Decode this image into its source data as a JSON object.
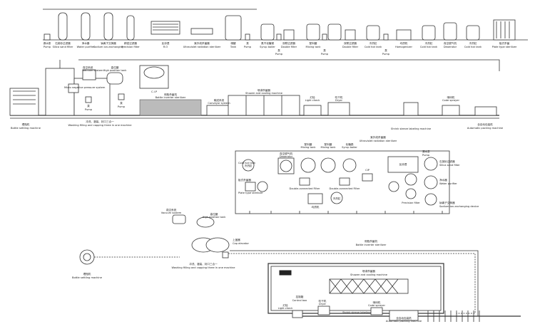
{
  "top_row": [
    {
      "cn": "源水泵",
      "en": "Pump"
    },
    {
      "cn": "石英砂过滤器",
      "en": "Silica sand filter"
    },
    {
      "cn": "净水器",
      "en": "Water purifier"
    },
    {
      "cn": "钠离子交换器",
      "en": "Sodium ion-exchanging"
    },
    {
      "cn": "精密过滤器",
      "en": "Precision filter"
    },
    {
      "cn": "反渗透",
      "en": "R.O"
    },
    {
      "cn": "紫外线杀菌器",
      "en": "Ultraviolet radiation sterilizer"
    },
    {
      "cn": "储罐",
      "en": "Tank"
    },
    {
      "cn": "泵",
      "en": "Pump"
    },
    {
      "cn": "蒸汽化糖锅",
      "en": "Syrup boiler"
    },
    {
      "cn": "泵",
      "en": "Pump"
    },
    {
      "cn": "双联过滤器",
      "en": "Double filter"
    },
    {
      "cn": "配料罐",
      "en": "Mixing tank"
    },
    {
      "cn": "泵",
      "en": "Pump"
    },
    {
      "cn": "双联过滤器",
      "en": "Double filter"
    },
    {
      "cn": "冷热缸",
      "en": "Cold hot tank"
    },
    {
      "cn": "泵",
      "en": "Pump"
    },
    {
      "cn": "均质机",
      "en": "Homogenizer"
    },
    {
      "cn": "冷热缸",
      "en": "Cold hot tank"
    },
    {
      "cn": "真空脱气机",
      "en": "Deaerator"
    },
    {
      "cn": "冷热缸",
      "en": "Cold hot tank"
    },
    {
      "cn": "板式杀菌",
      "en": "Plate type sterilizer"
    }
  ],
  "mid_row": {
    "vacuum": {
      "cn": "真空系统",
      "en": "Vacuum system"
    },
    "micro": {
      "en": "Micro negative pressure system"
    },
    "high_tank": {
      "cn": "高位罐",
      "en": "High position tank"
    },
    "cip": {
      "en": "C.I.P"
    },
    "pump1": {
      "cn": "泵",
      "en": "Pump"
    },
    "pump2": {
      "cn": "泵",
      "en": "Pump"
    },
    "bottle_sterilizer": {
      "cn": "侧瓶杀菌机",
      "en": "Bottle inverter sterilizer"
    },
    "conveyor": {
      "cn": "输送系统",
      "en": "Conveyor system"
    },
    "shower": {
      "cn": "喷淋杀菌器",
      "en": "Shower and cooling machine"
    },
    "light": {
      "cn": "灯检",
      "en": "Light check"
    },
    "dryer": {
      "cn": "吹干机",
      "en": "Dryer"
    },
    "code": {
      "cn": "喷码机",
      "en": "Code sprayer"
    },
    "shrink": {
      "en": "Shrink sleeve labeling machine"
    },
    "packing": {
      "cn": "全自动包装机",
      "en": "Automatic packing machine"
    },
    "settling": {
      "cn": "理瓶机",
      "en": "Bottle settling machine"
    },
    "filling": {
      "cn": "冲洗、灌装、封口三合一",
      "en": "Washing filling and capping three in one machine"
    }
  },
  "plan": {
    "mixing1": {
      "cn": "配料罐",
      "en": "Mixing tank"
    },
    "mixing2": {
      "cn": "配料罐",
      "en": "Mixing tank"
    },
    "boiler": {
      "cn": "化糖锅",
      "en": "Syrup boiler"
    },
    "uv": {
      "cn": "紫外线杀菌器",
      "en": "Ultraviolet radiation sterilizer"
    },
    "pump": {
      "cn": "源水泵",
      "en": "Pump"
    },
    "sand": {
      "cn": "石英砂过滤器",
      "en": "Silica sand filter"
    },
    "purifier": {
      "cn": "净水器",
      "en": "Water purifier"
    },
    "sodium": {
      "cn": "钠离子交换器",
      "en": "Sodium ion-exchanging device"
    },
    "cold_hot": {
      "en": "Cold hot tank"
    },
    "plate": {
      "cn": "板式杀菌器",
      "en": "Plate type sterilizer"
    },
    "deaerator": {
      "cn": "真空脱气机",
      "en": "Deaerator"
    },
    "double1": {
      "en": "Double-connected Filter"
    },
    "double2": {
      "en": "Double-connected Filter"
    },
    "homogenizer": {
      "cn": "均质机",
      "en": "Homogenizer"
    },
    "cip": {
      "en": "CIP"
    },
    "precision": {
      "en": "Precision filter"
    },
    "reverse": {
      "cn": "反渗透",
      "en": "R.O"
    },
    "ro_label": "冷热缸",
    "text_hot": "冷热缸"
  },
  "line": {
    "vacuum": {
      "cn": "真空系统",
      "en": "Vacuum system"
    },
    "high_tank": {
      "cn": "高位罐",
      "en": "High position tank"
    },
    "cap": {
      "cn": "上盖器",
      "en": "Cap elevator"
    },
    "inverter": {
      "cn": "侧瓶杀菌机",
      "en": "Bottle inverter sterilizer"
    },
    "shower": {
      "cn": "喷淋杀菌器",
      "en": "Shower and cooling machine"
    },
    "control": {
      "cn": "控制箱",
      "en": "Control box"
    },
    "settling": {
      "cn": "理瓶机",
      "en": "Bottle settling machine"
    },
    "filling": {
      "cn": "冲洗、灌装、封口三合一",
      "en": "Washing filling and capping three in one machine"
    },
    "light": {
      "cn": "灯检",
      "en": "Light check"
    },
    "dryer": {
      "cn": "吹干机",
      "en": "Dryer"
    },
    "code": {
      "cn": "喷码机",
      "en": "Code sprayer"
    },
    "packing": {
      "cn": "全自动包装机",
      "en": "Automatic packing machine"
    },
    "shrink": {
      "en": "Shrink sleeve labeling"
    }
  }
}
